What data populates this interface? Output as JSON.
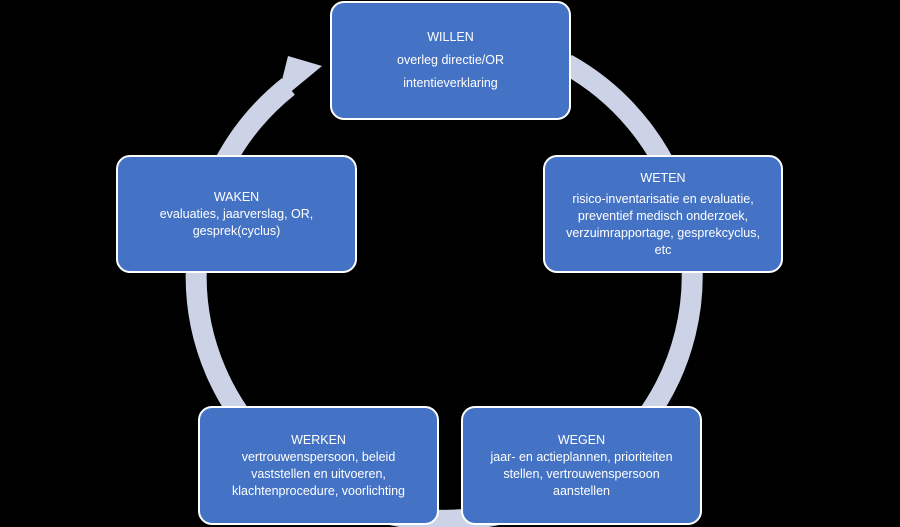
{
  "colors": {
    "background": "#000000",
    "node_fill": "#4472c4",
    "node_border": "#ffffff",
    "cycle_ring": "#cdd3e6",
    "text": "#ffffff"
  },
  "nodes": {
    "willen": {
      "title": "WILLEN",
      "lines": [
        "overleg directie/OR",
        "intentieverklaring"
      ]
    },
    "weten": {
      "title": "WETEN",
      "lines": [
        "risico-inventarisatie en evaluatie,",
        "preventief medisch onderzoek,",
        "verzuimrapportage, gesprekcyclus,",
        "etc"
      ]
    },
    "wegen": {
      "title": "WEGEN",
      "lines": [
        "jaar- en actieplannen, prioriteiten",
        "stellen, vertrouwenspersoon",
        "aanstellen"
      ]
    },
    "werken": {
      "title": "WERKEN",
      "lines": [
        "vertrouwenspersoon, beleid",
        "vaststellen en uitvoeren,",
        "klachtenprocedure,  voorlichting"
      ]
    },
    "waken": {
      "title": "WAKEN",
      "lines": [
        "evaluaties, jaarverslag, OR,",
        "gesprek(cyclus)"
      ]
    }
  }
}
